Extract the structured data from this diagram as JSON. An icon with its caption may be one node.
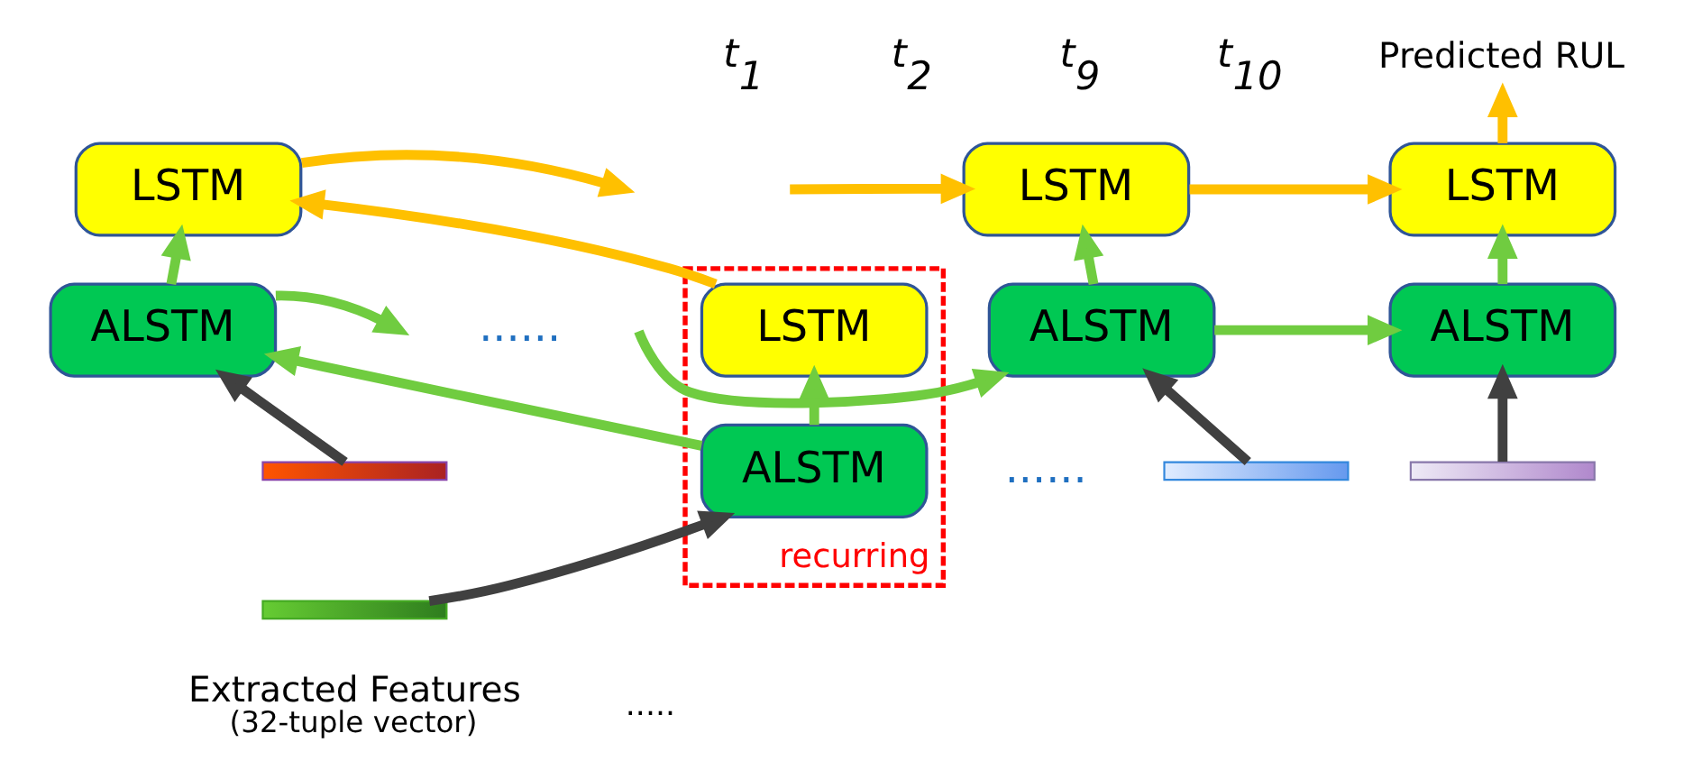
{
  "diagram": {
    "nodes": [
      {
        "text": [
          "recurring"
        ]
      },
      {
        "text": [
          "LSTM"
        ],
        "in": 0
      },
      {
        "text": [
          "ALSTM"
        ],
        "in": 0
      },
      {
        "text": [
          "LSTM"
        ]
      },
      {
        "text": [
          "ALSTM"
        ]
      },
      {
        "text": [
          "LSTM"
        ]
      },
      {
        "text": [
          "ALSTM"
        ]
      },
      {
        "text": [
          "LSTM"
        ]
      },
      {
        "text": [
          "ALSTM"
        ]
      },
      {
        "text": [],
        "shape": "bar",
        "beside": [
          "Extracted Features",
          "(32-tuple vector)"
        ]
      },
      {
        "text": [],
        "shape": "bar"
      },
      {
        "text": [],
        "shape": "bar"
      },
      {
        "text": [],
        "shape": "bar"
      },
      {
        "text": [
          "Predicted RUL"
        ]
      }
    ],
    "edges": [
      {
        "from": 9,
        "to": 2,
        "arrow": "to",
        "color": "#404040"
      },
      {
        "from": 2,
        "to": 1,
        "arrow": "to"
      },
      {
        "from": 1,
        "to": 3,
        "arrow": "to",
        "color": "#ffc000"
      },
      {
        "from": 2,
        "to": 4,
        "arrow": "to"
      },
      {
        "from": 10,
        "to": 4,
        "arrow": "to",
        "color": "#404040"
      },
      {
        "from": 4,
        "to": 3,
        "arrow": "to"
      },
      {
        "from": 3,
        "to": null,
        "arrow": "to",
        "color": "#ffc000"
      },
      {
        "from": 4,
        "to": null,
        "arrow": "to"
      },
      {
        "from": null,
        "to": 5,
        "arrow": "to",
        "color": "#ffc000"
      },
      {
        "from": null,
        "to": 6,
        "arrow": "to"
      },
      {
        "from": 11,
        "to": 6,
        "arrow": "to",
        "color": "#404040"
      },
      {
        "from": 6,
        "to": 5,
        "arrow": "to"
      },
      {
        "from": 5,
        "to": 7,
        "arrow": "to",
        "color": "#ffc000"
      },
      {
        "from": 6,
        "to": 8,
        "arrow": "to"
      },
      {
        "from": 12,
        "to": 8,
        "arrow": "to",
        "color": "#404040"
      },
      {
        "from": 8,
        "to": 7,
        "arrow": "to"
      },
      {
        "from": 7,
        "to": 13,
        "arrow": "to",
        "color": "#ffc000"
      }
    ],
    "labels": [
      "t$_{1}$",
      "t$_{2}$",
      "t$_{9}$",
      "t$_{10}$",
      "......",
      "......",
      "....."
    ]
  }
}
